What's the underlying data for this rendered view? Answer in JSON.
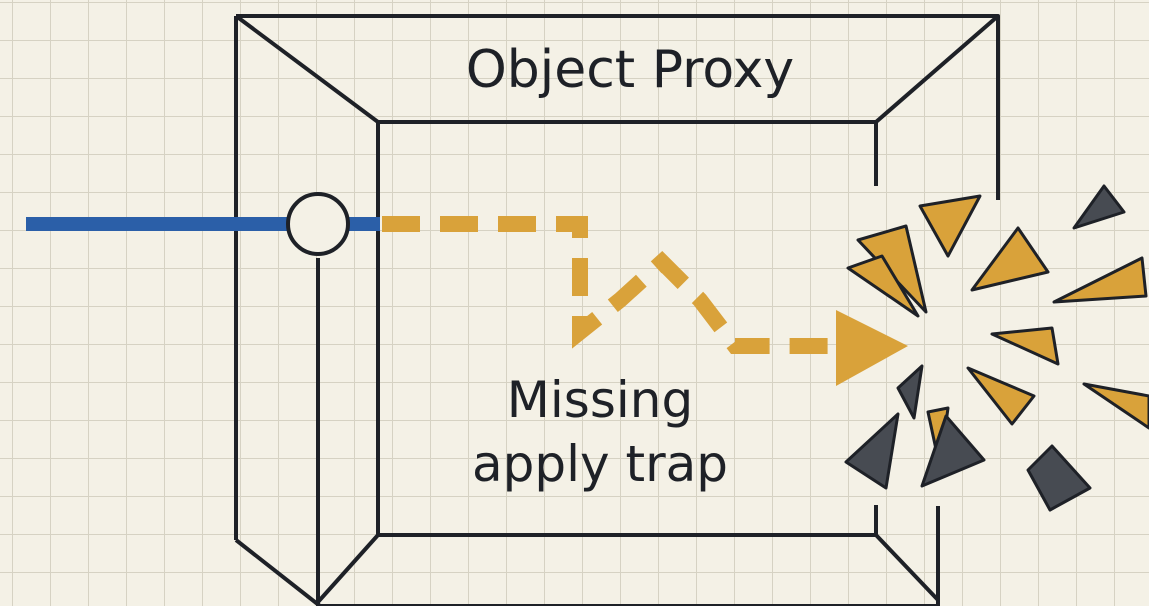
{
  "diagram": {
    "title": "Object Proxy",
    "caption": {
      "line1": "Missing",
      "line2": "apply trap"
    }
  },
  "colors": {
    "background": "#f4f1e6",
    "grid": "#d6d2c3",
    "outline": "#1e2127",
    "input_line": "#2b5fa8",
    "dashed_path": "#d9a23a",
    "shards_orange": "#d9a23a",
    "shards_dark": "#474b52"
  },
  "icons": {
    "junction": "circle-node-icon",
    "arrow": "arrow-head-icon",
    "explosion": "shatter-burst-icon"
  }
}
